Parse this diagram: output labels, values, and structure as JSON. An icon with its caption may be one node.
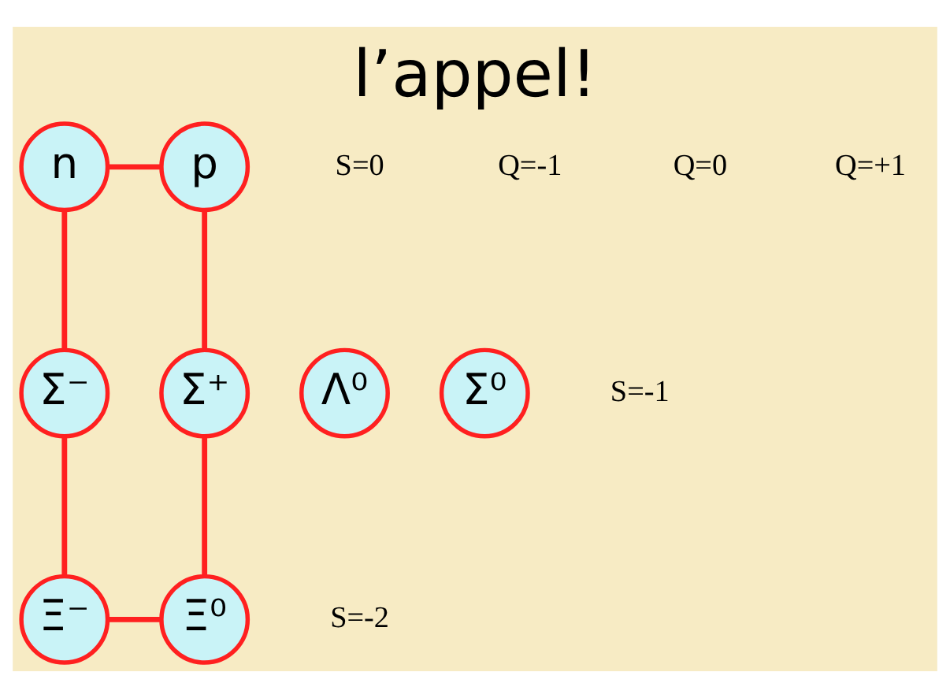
{
  "diagram": {
    "title": "l’appel!",
    "nodes": [
      {
        "text": [
          "n"
        ]
      },
      {
        "text": [
          "p"
        ]
      },
      {
        "text": [
          "Σ⁻"
        ]
      },
      {
        "text": [
          "Λ⁰"
        ]
      },
      {
        "text": [
          "Σ⁰"
        ]
      },
      {
        "text": [
          "Σ⁺"
        ]
      },
      {
        "text": [
          "Ξ⁻"
        ]
      },
      {
        "text": [
          "Ξ⁰"
        ]
      }
    ],
    "edges": [
      {
        "from": 0,
        "to": 1,
        "arrow": "none"
      },
      {
        "from": 1,
        "to": 5,
        "arrow": "none"
      },
      {
        "from": 5,
        "to": 7,
        "arrow": "none"
      },
      {
        "from": 6,
        "to": 7,
        "arrow": "none"
      },
      {
        "from": 2,
        "to": 6,
        "arrow": "none"
      },
      {
        "from": 0,
        "to": 2,
        "arrow": "none"
      }
    ],
    "labels": [
      "S=0",
      "S=-1",
      "S=-2",
      "Q=-1",
      "Q=0",
      "Q=+1"
    ]
  }
}
